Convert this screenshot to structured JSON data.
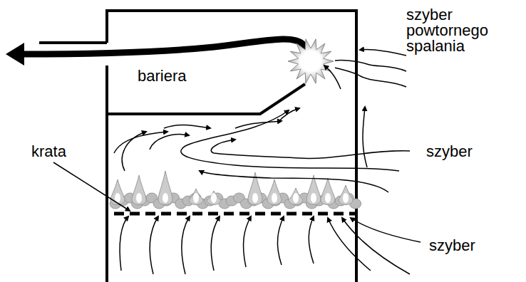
{
  "diagram": {
    "labels": [
      "szyber powtornego spalania",
      "bariera",
      "krata",
      "szyber",
      "szyber"
    ]
  }
}
